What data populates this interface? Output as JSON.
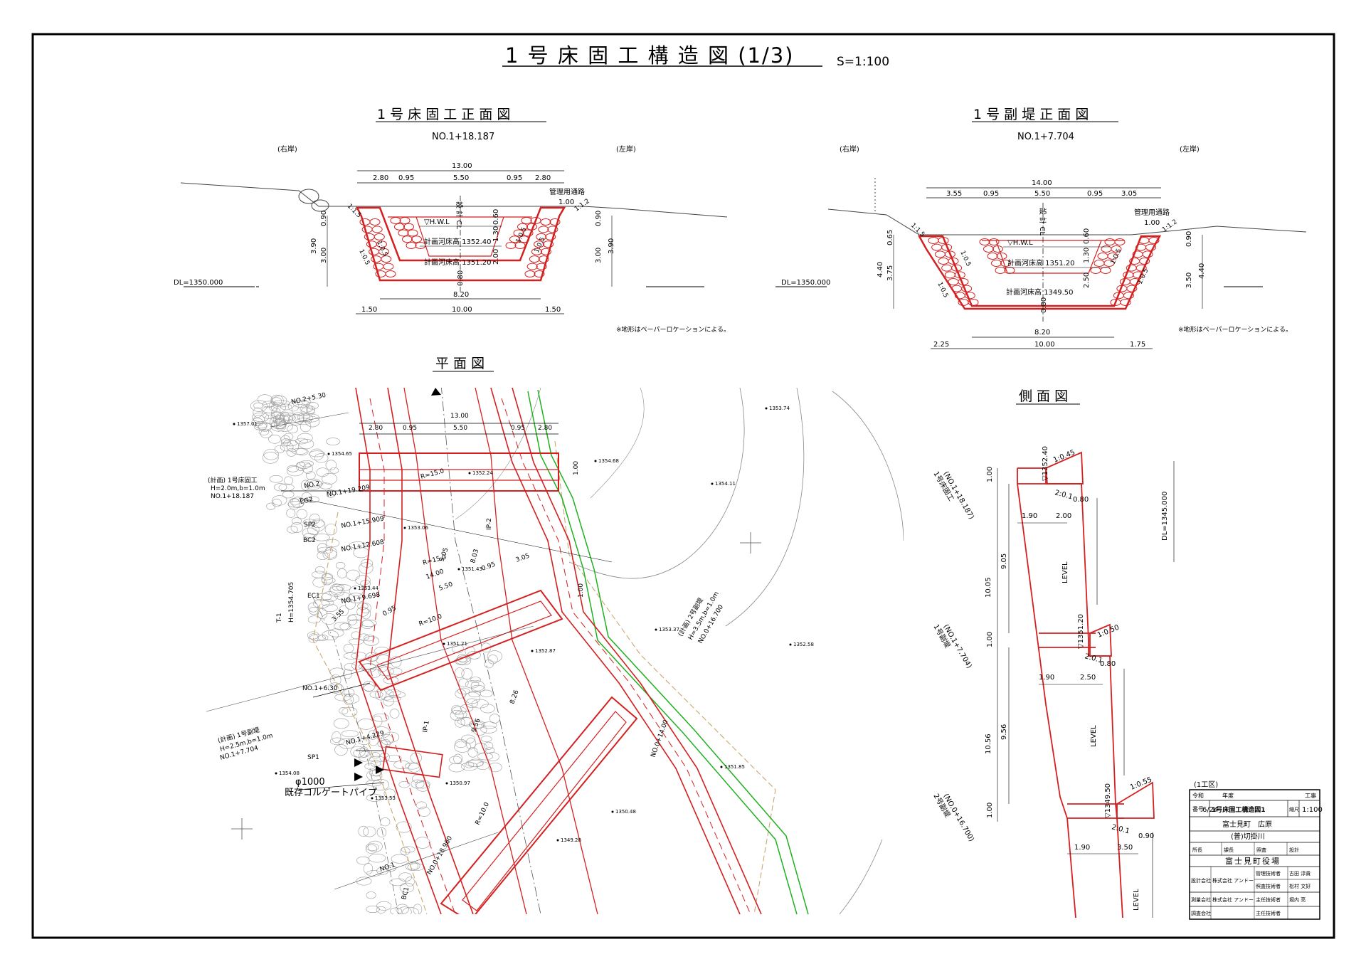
{
  "title": "1 号 床 固 工 構 造 図 (1/3)",
  "scale": "S=1:100",
  "front": {
    "title": "1 号 床 固 工 正 面 図",
    "station": "NO.1+18.187",
    "right_bank": "(右岸)",
    "left_bank": "(左岸)",
    "datum": "DL=1350.000",
    "dims_top": [
      "13.00",
      "2.80",
      "0.95",
      "5.50",
      "0.95",
      "2.80"
    ],
    "dims_bottom": [
      "8.20",
      "1.50",
      "10.00",
      "1.50"
    ],
    "dims_v": [
      "3.90",
      "0.90",
      "3.00",
      "0.60",
      "1.30",
      "2.00",
      "0.80",
      "0.90",
      "3.00",
      "3.90"
    ],
    "slopes": [
      "1:1.5",
      "1:0.5",
      "1:0.5",
      "1:0.5",
      "1:0.5",
      "1:1.2"
    ],
    "path_label": "管理用通路",
    "path_width": "1.00",
    "cl_label": "設 計 CL",
    "hwl": "▽H.W.L",
    "bed1": "計画河床高 1352.40",
    "bed2": "計画河床高 1351.20",
    "note": "※地形はペーパーロケーションによる。"
  },
  "sub": {
    "title": "1 号 副 堤 正 面 図",
    "station": "NO.1+7.704",
    "right_bank": "(右岸)",
    "left_bank": "(左岸)",
    "datum": "DL=1350.000",
    "dims_top": [
      "14.00",
      "3.55",
      "0.95",
      "5.50",
      "0.95",
      "3.05"
    ],
    "dims_bottom": [
      "8.20",
      "2.25",
      "10.00",
      "1.75"
    ],
    "dims_v": [
      "4.40",
      "0.65",
      "3.75",
      "0.60",
      "1.30",
      "2.50",
      "0.80",
      "0.90",
      "3.50",
      "4.40"
    ],
    "slopes": [
      "1:1.5",
      "1:0.5",
      "1:0.5",
      "1:0.5",
      "1:0.5",
      "1:1.2"
    ],
    "path_label": "管理用通路",
    "path_width": "1.00",
    "cl_label": "設 計 CL",
    "hwl": "▽H.W.L",
    "bed1": "計画河床高 1351.20",
    "bed2": "計画河床高 1349.50",
    "note": "※地形はペーパーロケーションによる。"
  },
  "plan": {
    "title": "平 面 図",
    "labels": [
      "NO.2+5.30",
      "1357.01",
      "1354.65",
      "(計画) 1号床固工",
      "H=2.0m,b=1.0m",
      "NO.1+18.187",
      "NO.2",
      "EG2",
      "NO.1+19.209",
      "SP2",
      "NO.1+15.909",
      "BC2",
      "NO.1+12.608",
      "1353.06",
      "R=15.0",
      "R=15.0",
      "9.05",
      "8.03",
      "IP-2",
      "3.05",
      "14.00",
      "5.50",
      "0.95",
      "1351.43",
      "T-1",
      "H=1354.705",
      "EC1",
      "1353.44",
      "NO.1+9.698",
      "0.95",
      "3.55",
      "R=10.0",
      "1351.21",
      "1352.87",
      "NO.1+6.30",
      "(計画) 1号副堤",
      "H=2.5m,b=1.0m",
      "NO.1+7.704",
      "NO.1+4.229",
      "SP1",
      "1354.08",
      "φ1000",
      "既存コルゲートパイプ",
      "1353.53",
      "1350.97",
      "R=10.0",
      "IP-1",
      "9.56",
      "8.26",
      "NO.0+14.00",
      "1350.48",
      "1349.28",
      "NO.1",
      "NO.0+18.960",
      "BC1",
      "13.00",
      "2.80",
      "0.95",
      "5.50",
      "0.95",
      "2.80",
      "1.00",
      "1352.24",
      "1354.68",
      "1354.11",
      "1353.74",
      "1.00",
      "(計画) 2号副堤",
      "H=3.5m,b=1.0m",
      "NO.0+16.700",
      "1353.37",
      "1352.58",
      "1351.85"
    ]
  },
  "side": {
    "title": "側 面 図",
    "labels": [
      "1号床固工",
      "(NO.1+18.187)",
      "1.00",
      "10.05",
      "9.05",
      "▽1352.40",
      "1:0.45",
      "2:0.1",
      "0.80",
      "1.90",
      "2.00",
      "LEVEL",
      "DL=1345.000",
      "1号副堤",
      "(NO.1+7.704)",
      "1.00",
      "▽1351.20",
      "1:0.50",
      "2:0.1",
      "0.80",
      "1.90",
      "2.50",
      "10.56",
      "9.56",
      "LEVEL",
      "2号副堤",
      "(NO.0+16.700)",
      "1.00",
      "▽1349.50",
      "1:0.55",
      "2:0.1",
      "0.90",
      "1.90",
      "3.50",
      "LEVEL"
    ]
  },
  "titleblock": {
    "area": "(1工区)",
    "era": "令和",
    "year_label": "年度",
    "work_label": "工事",
    "no_label": "番号",
    "sheet_no": "6/24",
    "drawing_name": "1号床固工構造図1",
    "scale_label": "縮尺",
    "scale": "1:100",
    "location": "富士見町　広原",
    "river": "(普)切掛川",
    "row_labels": [
      "所長",
      "課長",
      "照査",
      "設計"
    ],
    "owner": "富士見町役場",
    "design_co_label": "設計会社",
    "design_co": "株式会社 アンドー",
    "mgr_label": "管理技術者",
    "mgr": "古田 淳貴",
    "check_label": "照査技術者",
    "checker": "松村 文好",
    "survey_co_label": "測量会社",
    "survey_co": "株式会社 アンドー",
    "chief_label": "主任技術者",
    "chief": "堀内 亮",
    "investigate_label": "調査会社",
    "chief2_label": "主任技術者"
  },
  "colors": {
    "structure": "#d42020",
    "terrain": "#555555",
    "road": "#20b020",
    "contour": "#c8a060"
  }
}
